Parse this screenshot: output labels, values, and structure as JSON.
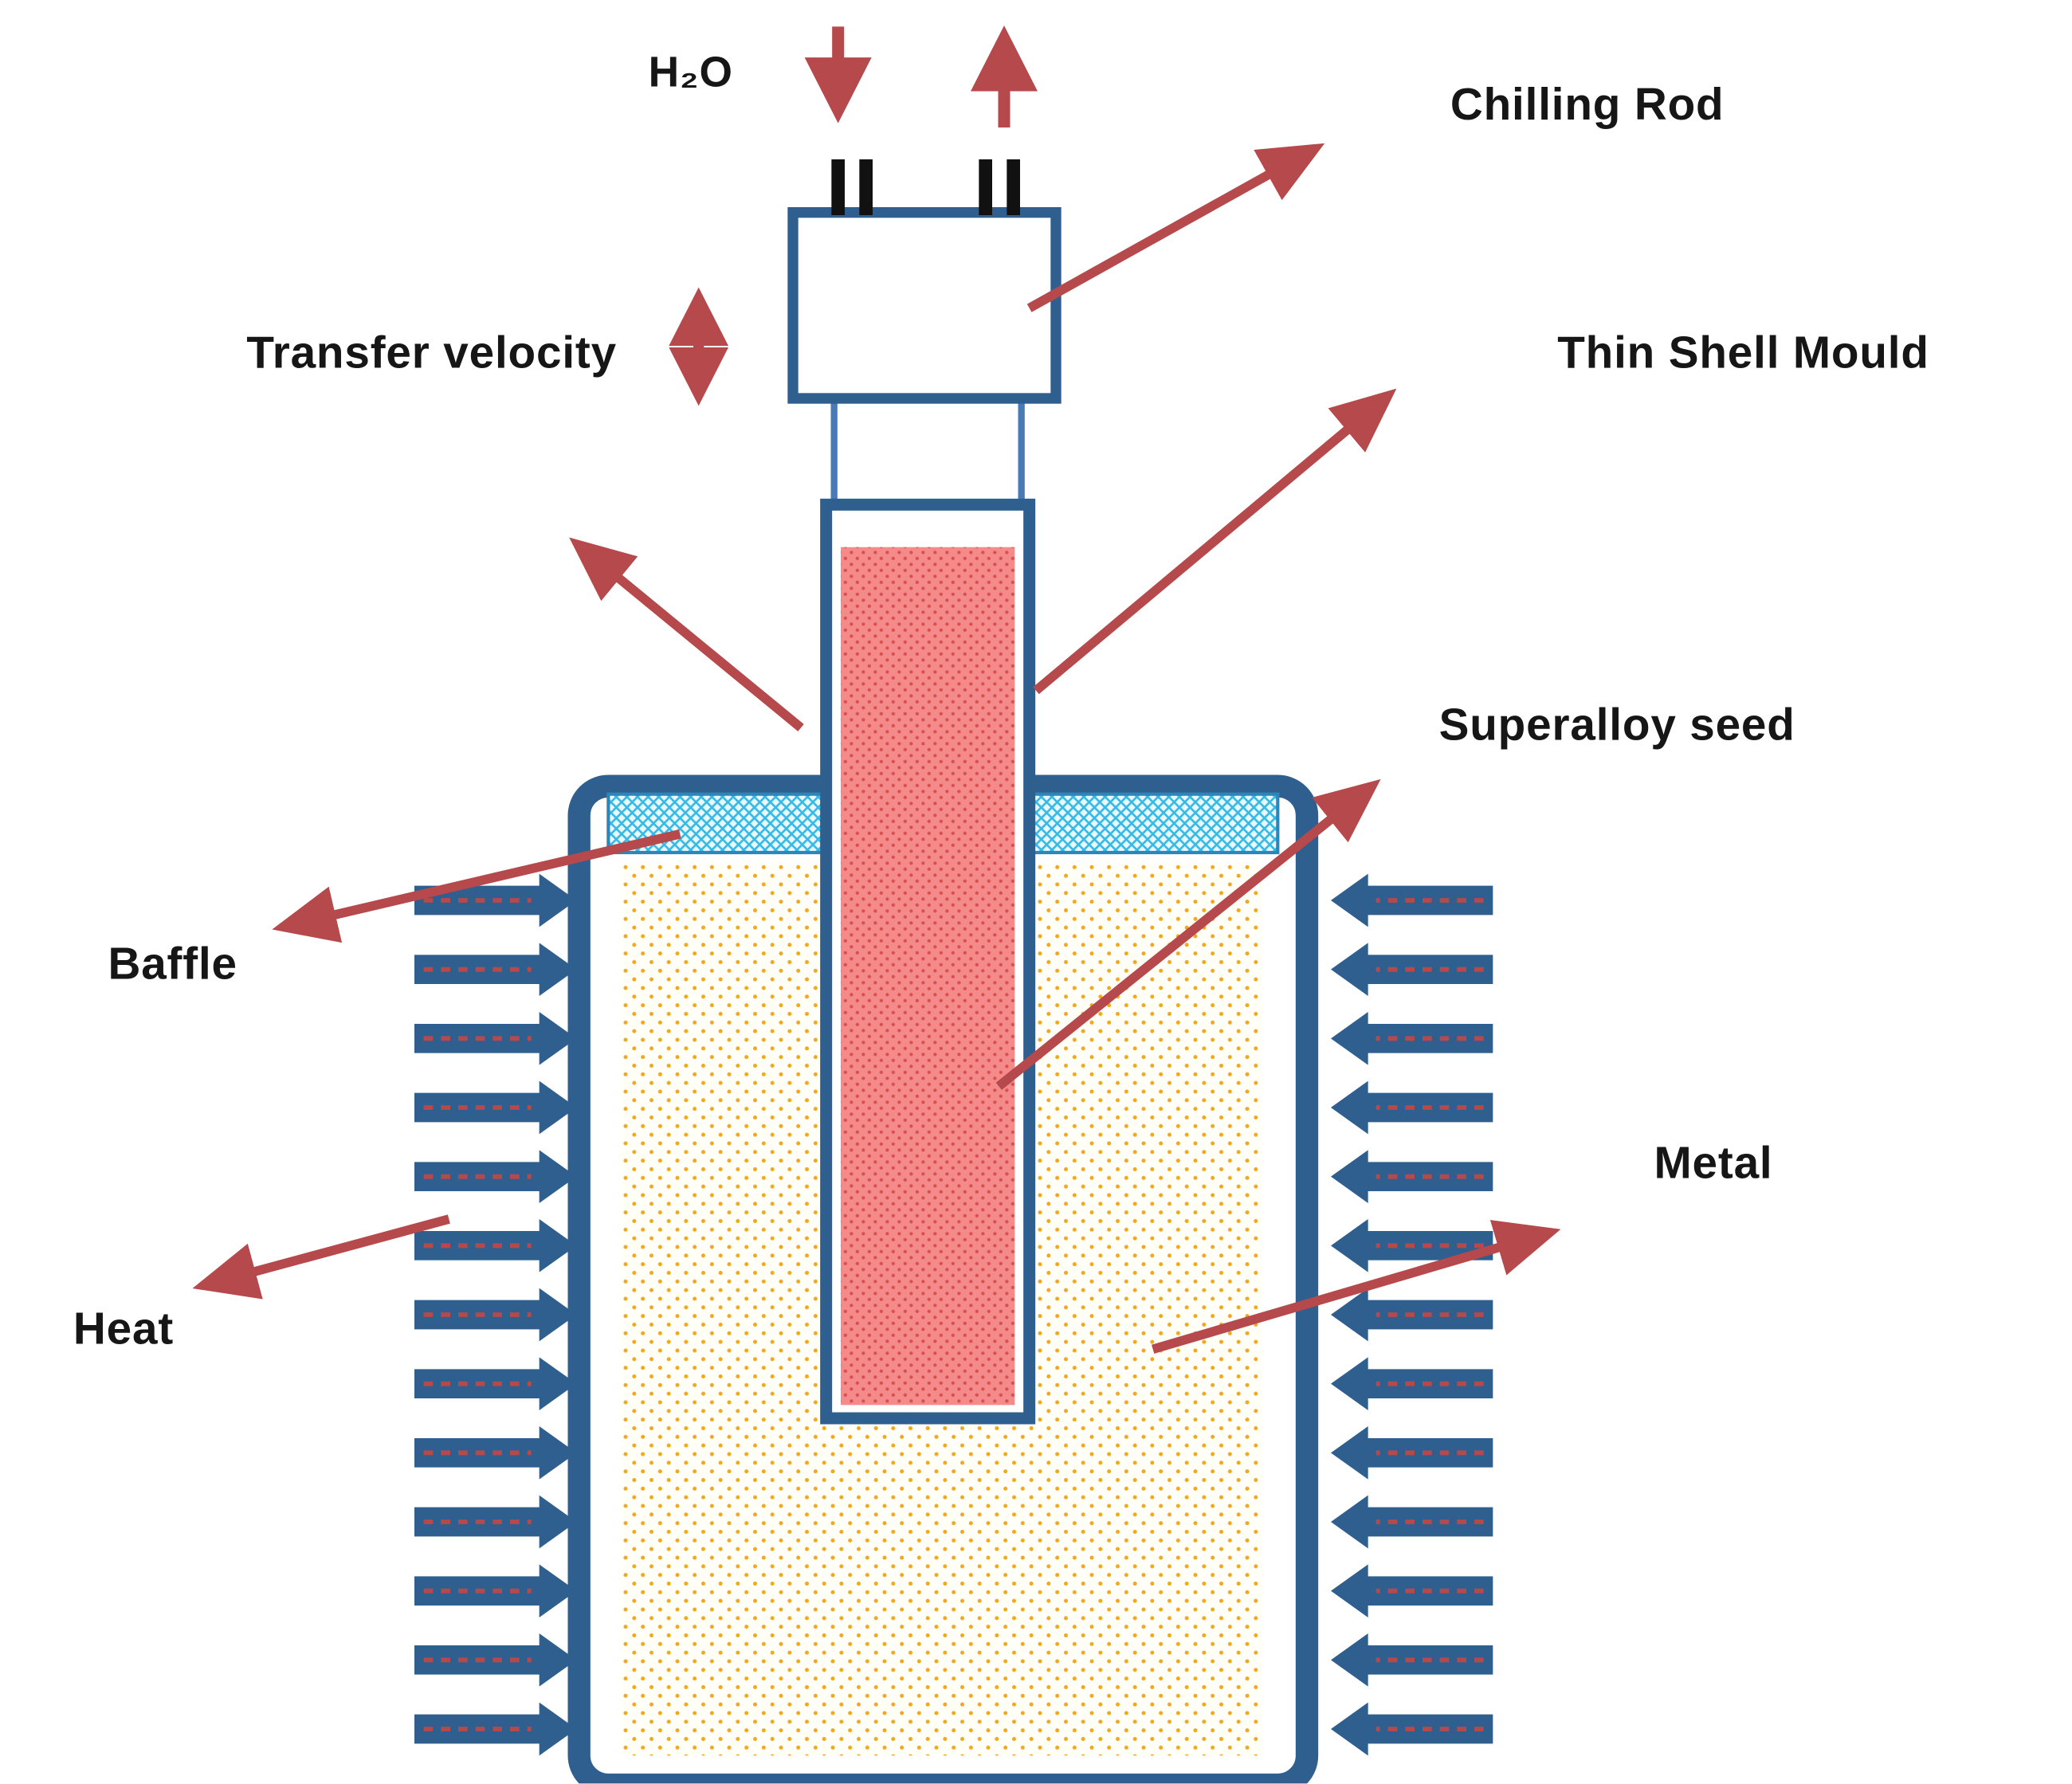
{
  "diagram": {
    "title": "Directional solidification / single-crystal casting schematic",
    "labels": {
      "h2o": "H₂O",
      "chilling_rod": "Chilling Rod",
      "transfer_velocity": "Transfer velocity",
      "thin_shell_mould": "Thin Shell Mould",
      "superalloy_seed": "Superalloy seed",
      "baffle": "Baffle",
      "metal": "Metal",
      "heat": "Heat"
    },
    "colors": {
      "structure_blue": "#2e5f8f",
      "tube_blue": "#3a6ea8",
      "arrow_red": "#b5494b",
      "seed_fill": "#f48a8a",
      "seed_dot": "#d94f4f",
      "metal_dot": "#f2a81d",
      "baffle_blue": "#35b9e6",
      "pipe_black": "#111111"
    }
  }
}
